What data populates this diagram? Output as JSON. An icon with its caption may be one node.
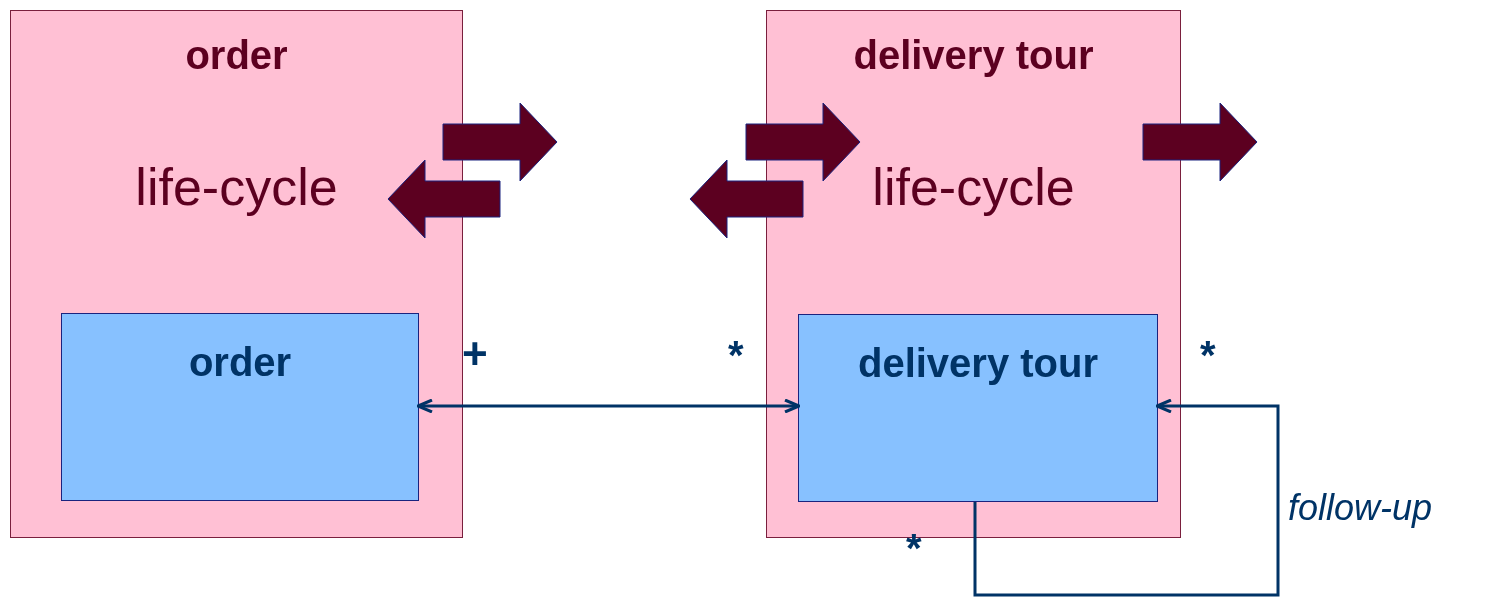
{
  "diagram": {
    "nodes": [
      {
        "text": [
          "order",
          "life-cycle"
        ]
      },
      {
        "text": [
          "order"
        ],
        "in": 0
      },
      {
        "text": [
          "delivery tour",
          "life-cycle"
        ]
      },
      {
        "text": [
          "delivery tour"
        ],
        "in": 2
      }
    ],
    "edges": [
      {
        "from": 1,
        "to": 3,
        "arrow": "both",
        "color": "#003366"
      },
      {
        "from": 3,
        "to": 3,
        "arrow": "to",
        "label": "follow-up",
        "color": "#003366"
      }
    ],
    "labels": [
      "+",
      "*",
      "*",
      "*"
    ]
  }
}
